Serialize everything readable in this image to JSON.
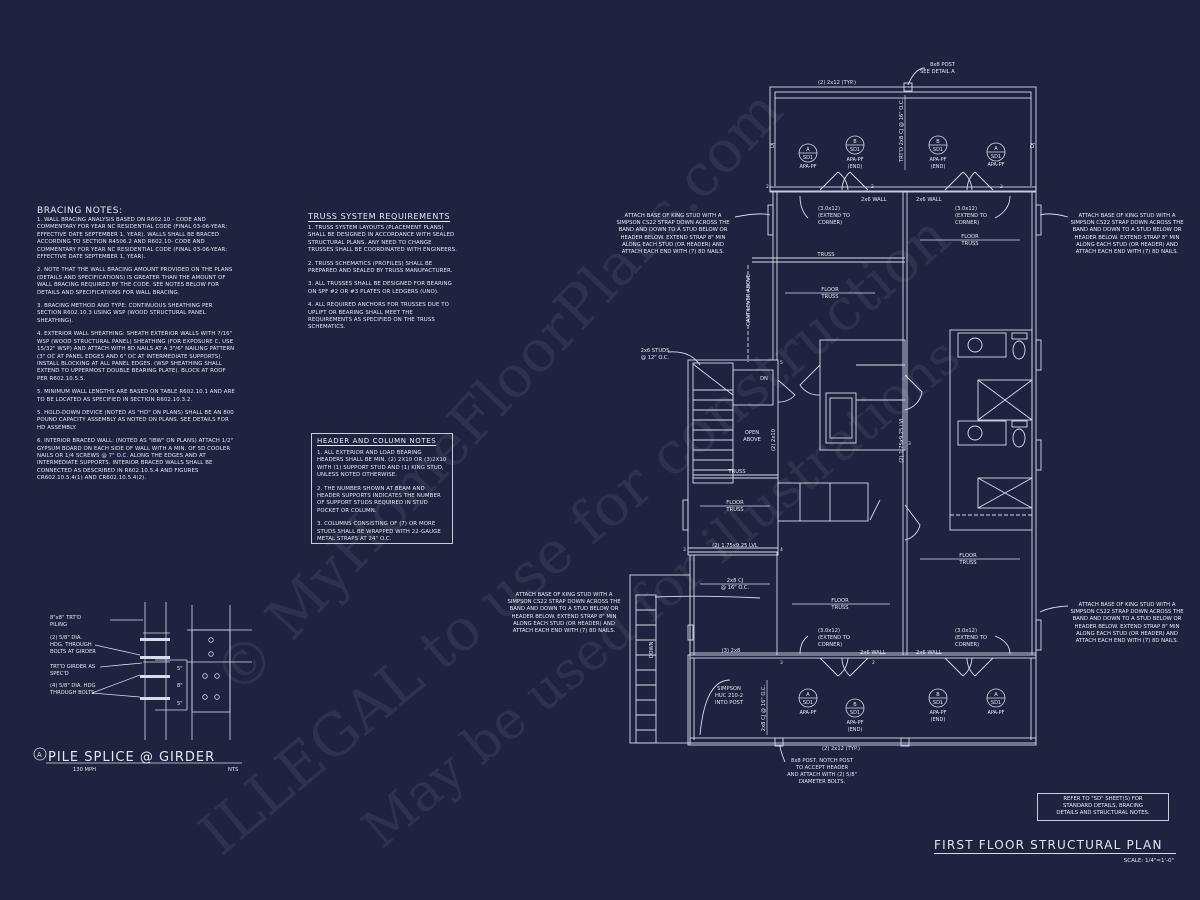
{
  "bracing_notes": {
    "title": "BRACING NOTES:",
    "items": [
      "1. WALL BRACING ANALYSIS BASED ON R602.10 - CODE AND COMMENTARY FOR YEAR NC RESIDENTIAL CODE (FINAL 03-06-YEAR; EFFECTIVE DATE SEPTEMBER 1, YEAR). WALLS SHALL BE BRACED ACCORDING TO SECTION R4506.2 AND R602.10- CODE AND COMMENTARY FOR YEAR NC RESIDENTIAL CODE (FINAL 03-06-YEAR; EFFECTIVE DATE SEPTEMBER 1, YEAR).",
      "2. NOTE THAT THE WALL BRACING AMOUNT PROVIDED ON THE PLANS (DETAILS AND SPECIFICATIONS) IS GREATER THAN THE AMOUNT OF WALL BRACING REQUIRED BY THE CODE. SEE NOTES BELOW FOR DETAILS AND SPECIFICATIONS FOR WALL BRACING.",
      "3. BRACING METHOD AND TYPE: CONTINUOUS SHEATHING PER SECTION R602.10.3 USING WSP (WOOD STRUCTURAL PANEL SHEATHING).",
      "4. EXTERIOR WALL SHEATHING: SHEATH EXTERIOR WALLS WITH 7/16\" WSP (WOOD STRUCTURAL PANEL) SHEATHING (FOR EXPOSURE C, USE 15/32\" WSP) AND ATTACH WITH 8d NAILS AT A 3\"/6\" NAILING PATTERN (3\" OC AT PANEL EDGES AND 6\" OC AT INTERMEDIATE SUPPORTS). INSTALL BLOCKING AT ALL PANEL EDGES. (WSP SHEATHING SHALL EXTEND TO UPPERMOST DOUBLE BEARING PLATE). BLOCK AT ROOF PER R602.10.5.5.",
      "5. MINIMUM WALL LENGTHS ARE BASED ON TABLE R602.10.1 AND ARE TO BE LOCATED AS SPECIFIED IN SECTION R602.10.3.2.",
      "5. HOLD-DOWN DEVICE (NOTED AS \"HD\" ON PLANS) SHALL BE AN 800 POUND CAPACITY ASSEMBLY AS NOTED ON PLANS. SEE DETAILS FOR HD ASSEMBLY.",
      "6. INTERIOR BRACED WALL: (NOTED AS \"IBW\" ON PLANS) ATTACH 1/2\" GYPSUM BOARD ON EACH SIDE OF WALL WITH A MIN. OF 5d COOLER NAILS OR 1/4 SCREWS @ 7\" O.C. ALONG THE EDGES AND AT INTERMEDIATE SUPPORTS. INTERIOR BRACED WALLS SHALL BE CONNECTED AS DESCRIBED IN R602.10.5.4 AND FIGURES CR602.10.5.4(1) AND CR602.10.5.4(2)."
    ]
  },
  "truss_requirements": {
    "title": "TRUSS SYSTEM REQUIREMENTS",
    "items": [
      "1. TRUSS SYSTEM LAYOUTS (PLACEMENT PLANS) SHALL BE DESIGNED IN ACCORDANCE WITH SEALED STRUCTURAL PLANS. ANY NEED TO CHANGE TRUSSES SHALL BE COORDINATED WITH ENGINEERS.",
      "2. TRUSS SCHEMATICS (PROFILES) SHALL BE PREPARED AND SEALED BY TRUSS MANUFACTURER.",
      "3. ALL TRUSSES SHALL BE DESIGNED FOR BEARING ON SPF #2 OR #3 PLATES OR LEDGERS (UNO).",
      "4. ALL REQUIRED ANCHORS FOR TRUSSES DUE TO UPLIFT OR BEARING SHALL MEET THE REQUIREMENTS AS SPECIFIED ON THE TRUSS SCHEMATICS."
    ]
  },
  "header_notes": {
    "title": "HEADER AND COLUMN NOTES",
    "items": [
      "1. ALL EXTERIOR AND LOAD BEARING HEADERS SHALL BE MIN. (2) 2x10 or (3)2x10 WITH (1) SUPPORT STUD AND (1) KING STUD, UNLESS NOTED OTHERWISE.",
      "2. THE NUMBER SHOWN AT BEAM AND HEADER SUPPORTS INDICATES THE NUMBER OF SUPPORT STUDS REQUIRED IN STUD POCKET OR COLUMN.",
      "3. COLUMNS CONSISTING OF (7) OR MORE STUDS SHALL BE WRAPPED WITH 22-GAUGE METAL STRAPS AT 24\" O.C."
    ]
  },
  "pile_detail": {
    "labels": [
      "8\"x8\" TRT'D",
      "PILING",
      "(2) 5/8\" DIA.",
      "HDG. THROUGH",
      "BOLTS AT GIRDER",
      "TRT'D GIRDER AS",
      "SPEC'D",
      "(4) 5/8\" DIA. HDG",
      "THROUGH BOLTS"
    ],
    "dims": [
      "5\"",
      "8\"",
      "5\""
    ],
    "tag": "A",
    "title": "PILE SPLICE @ GIRDER",
    "wind": "130 MPH",
    "scale": "NTS"
  },
  "plan": {
    "king_stud_note": "ATTACH BASE OF KING STUD WITH A SIMPSON CS22 STRAP DOWN ACROSS THE BAND AND DOWN TO A STUD BELOW OR HEADER BELOW. EXTEND STRAP 8\" MIN ALONG EACH STUD (OR HEADER) AND ATTACH EACH END WITH (7) 8d NAILS.",
    "post_top": [
      "8x8 POST",
      "SEE DETAIL A"
    ],
    "beam_typ": "(2) 2x12 (TYP.)",
    "dj": "DJ",
    "cj_top": "TRT'D 2x8 CJ @ 16\" O.C.",
    "wall_2x6": "2x6 WALL",
    "header_extend": [
      "(3.0x12)",
      "(EXTEND TO",
      "CORNER)"
    ],
    "floor": "FLOOR",
    "truss": "TRUSS",
    "cantilever": "CANTILEVER ABOVE",
    "studs": [
      "2x6 STUDS",
      "@ 12\" O.C."
    ],
    "dn": "DN",
    "down": "DOWN",
    "open_above": [
      "OPEN",
      "ABOVE"
    ],
    "beam_2x10": "(2) 2x10",
    "lvl": "(2) 1.75x9.25 LVL",
    "cj_mid": [
      "2x8 CJ",
      "@ 16\" O.C."
    ],
    "beam_3x8": "(3) 2x8",
    "cj_bottom": "2x8 CJ @ 16\" O.C.",
    "simpson": [
      "SIMPSON",
      "HUC 210-2",
      "INTO POST"
    ],
    "post_bottom": [
      "8x8 POST, NOTCH POST",
      "TO ACCEPT HEADER",
      "AND ATTACH WITH (2) 5/8\"",
      "DIAMETER BOLTS."
    ],
    "tags": {
      "a": "A",
      "b": "B",
      "sheet": "SD1",
      "apa": "APA-PF",
      "end": "(END)"
    },
    "stud_counts": [
      "2",
      "3",
      "4",
      "5"
    ]
  },
  "refer_note": [
    "REFER TO \"SD\" SHEET(S) FOR",
    "STANDARD DETAILS, BRACING",
    "DETAILS AND STRUCTURAL NOTES."
  ],
  "sheet_title": "FIRST FLOOR STRUCTURAL PLAN",
  "scale": "SCALE: 1/4\"=1'-0\"",
  "watermark": [
    "© MyHomeFloorPlans.com",
    "ILLEGAL to use for construction",
    "May be used for illustrations"
  ],
  "colors": {
    "background": "#1e2340",
    "lines": "#d9dce8"
  }
}
